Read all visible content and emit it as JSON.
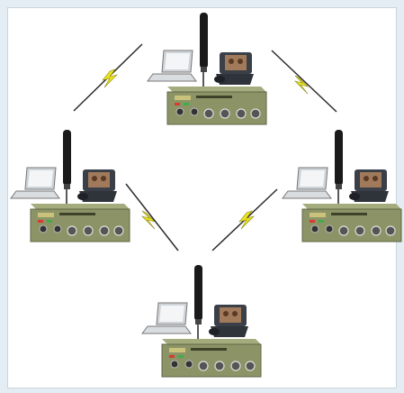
{
  "diagram": {
    "type": "wireless-mesh-network",
    "nodes": [
      {
        "id": "top",
        "device": "radio-unit",
        "peripherals": [
          "laptop",
          "video-phone"
        ]
      },
      {
        "id": "left",
        "device": "radio-unit",
        "peripherals": [
          "laptop",
          "video-phone"
        ]
      },
      {
        "id": "right",
        "device": "radio-unit",
        "peripherals": [
          "laptop",
          "video-phone"
        ]
      },
      {
        "id": "bottom",
        "device": "radio-unit",
        "peripherals": [
          "laptop",
          "video-phone"
        ]
      }
    ],
    "links": [
      {
        "from": "top",
        "to": "left",
        "medium": "wireless"
      },
      {
        "from": "top",
        "to": "right",
        "medium": "wireless"
      },
      {
        "from": "left",
        "to": "bottom",
        "medium": "wireless"
      },
      {
        "from": "right",
        "to": "bottom",
        "medium": "wireless"
      }
    ],
    "colors": {
      "background": "#e4edf3",
      "chassis": "#8c9467",
      "chassis_dark": "#5f6645",
      "antenna": "#1a1a1a",
      "lightning": "#e8e321",
      "link_line": "#2b2b2b"
    }
  }
}
